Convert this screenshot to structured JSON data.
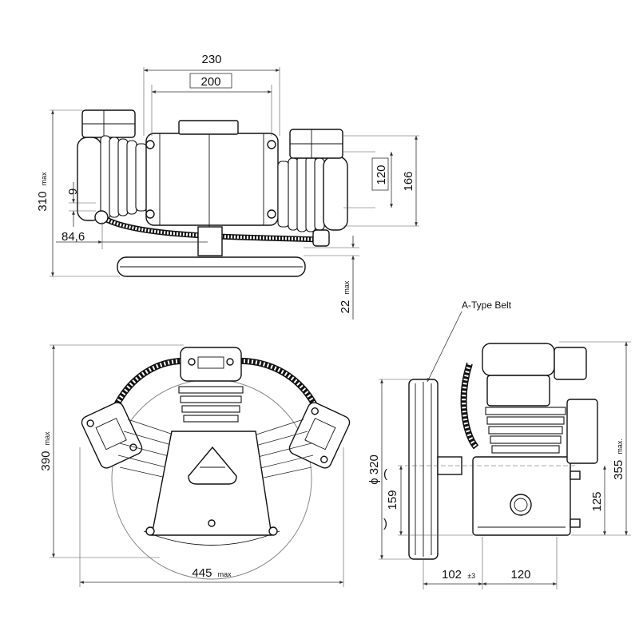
{
  "dimensions": {
    "top_width_outer": "230",
    "top_width_inner": "200",
    "top_height_max_value": "310",
    "top_height_max_unit": "max",
    "small_offset": "9",
    "offset_left": "84,6",
    "cylinder_height": "120",
    "overall_head": "166",
    "pulley_offset_value": "22",
    "pulley_offset_unit": "max",
    "front_height_value": "390",
    "front_height_unit": "max",
    "front_width_value": "445",
    "front_width_unit": "max",
    "side_pulley_diameter": "ϕ 320",
    "side_shaft_height": "159",
    "side_height_value": "355",
    "side_height_unit": "max.",
    "side_base_height": "125",
    "side_pulley_dist_value": "102",
    "side_pulley_dist_tol": "±3",
    "side_base_width": "120"
  },
  "callouts": {
    "belt_type": "A-Type Belt"
  }
}
